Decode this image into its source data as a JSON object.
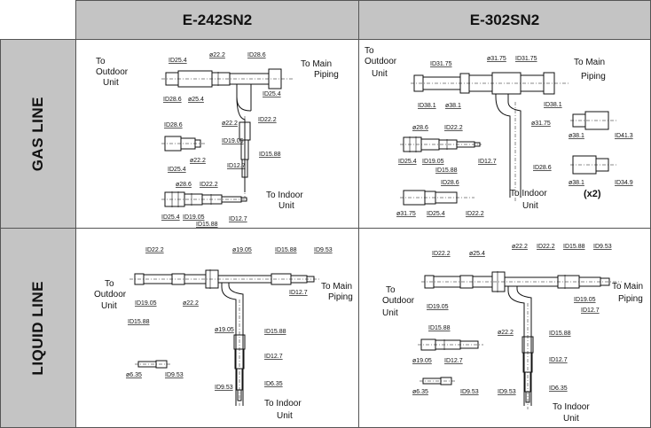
{
  "headers": {
    "model_a": "E-242SN2",
    "model_b": "E-302SN2"
  },
  "rows": {
    "gas": "GAS LINE",
    "liquid": "LIQUID LINE"
  },
  "gas_a": {
    "to_outdoor": [
      "To",
      "Outdoor",
      "Unit"
    ],
    "to_main": [
      "To Main",
      "Piping"
    ],
    "to_indoor": [
      "To Indoor",
      "Unit"
    ],
    "main_top": [
      "ID25.4",
      "ø22.2",
      "ID28.6"
    ],
    "main_bottom": [
      "ID28.6",
      "ø25.4",
      "ID25.4"
    ],
    "main_vertical": [
      "ø22.2",
      "ID22.2",
      "ID19.05",
      "ID15.88",
      "ID12.7"
    ],
    "reducer1": [
      "ID28.6",
      "ø22.2",
      "ID25.4"
    ],
    "reducer2_top": [
      "ø28.6",
      "ID22.2"
    ],
    "reducer2_bottom": [
      "ID25.4",
      "ID19.05",
      "ID15.88",
      "ID12.7"
    ]
  },
  "gas_b": {
    "to_outdoor": [
      "To",
      "Outdoor",
      "Unit"
    ],
    "to_main": [
      "To Main",
      "Piping"
    ],
    "to_indoor": [
      "To Indoor",
      "Unit"
    ],
    "main_top": [
      "ID31.75",
      "ø31.75",
      "ID31.75"
    ],
    "main_bottom": [
      "ID38.1",
      "ø38.1",
      "ID38.1"
    ],
    "main_vertical": [
      "ø31.75",
      "ID28.6"
    ],
    "reducer1_top": [
      "ø28.6",
      "ID22.2"
    ],
    "reducer1_bottom": [
      "ID25.4",
      "ID19.05",
      "ID15.88",
      "ID12.7"
    ],
    "reducer2": [
      "ID28.6",
      "ø31.75",
      "ID25.4",
      "ID22.2"
    ],
    "side1": [
      "ø38.1",
      "ID41.3"
    ],
    "side2": [
      "ø38.1",
      "ID34.9"
    ],
    "qty": "(x2)"
  },
  "liq_a": {
    "to_outdoor": [
      "To",
      "Outdoor",
      "Unit"
    ],
    "to_main": [
      "To Main",
      "Piping"
    ],
    "to_indoor": [
      "To Indoor",
      "Unit"
    ],
    "main_top": [
      "ID22.2",
      "ø19.05",
      "ID15.88",
      "ID9.53"
    ],
    "main_bottom": [
      "ID19.05",
      "ø22.2",
      "ID15.88",
      "ID12.7"
    ],
    "main_vertical": [
      "ø19.05",
      "ID15.88",
      "ID12.7",
      "ID9.53",
      "ID6.35"
    ],
    "small": [
      "ø6.35",
      "ID9.53"
    ]
  },
  "liq_b": {
    "to_outdoor": [
      "To",
      "Outdoor",
      "Unit"
    ],
    "to_main": [
      "To Main",
      "Piping"
    ],
    "to_indoor": [
      "To Indoor",
      "Unit"
    ],
    "main_top": [
      "ID22.2",
      "ø25.4",
      "ø22.2",
      "ID22.2",
      "ID15.88",
      "ID9.53"
    ],
    "main_bottom": [
      "ID19.05",
      "ID19.05",
      "ID12.7"
    ],
    "main_vertical": [
      "ø22.2",
      "ID15.88",
      "ID12.7",
      "ID9.53",
      "ID6.35"
    ],
    "reducer": [
      "ID15.88",
      "ø19.05",
      "ID12.7"
    ],
    "small": [
      "ø6.35",
      "ID9.53"
    ]
  }
}
